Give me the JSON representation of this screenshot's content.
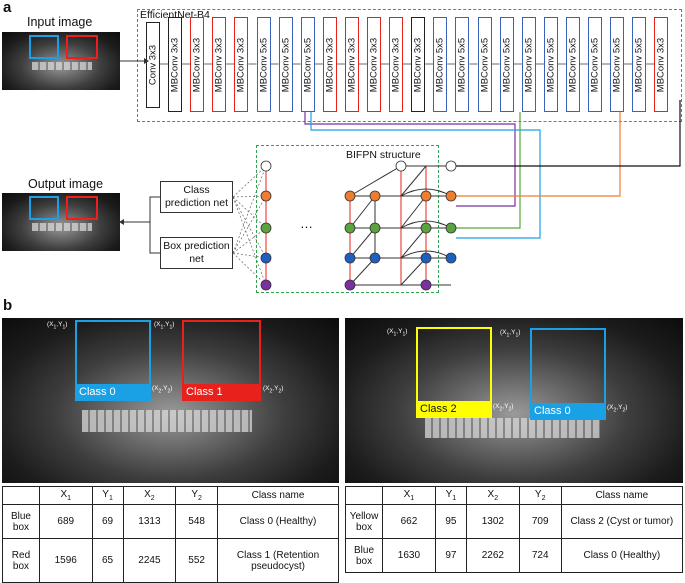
{
  "panel_a": {
    "label": "a",
    "input_caption": "Input image",
    "output_caption": "Output image",
    "effnet_title": "EfficientNet-B4",
    "blocks": [
      {
        "text": "Conv 3x3",
        "kind": "conv"
      },
      {
        "text": "MBConv 3x3",
        "kind": "black"
      },
      {
        "text": "MBConv 3x3",
        "kind": "red"
      },
      {
        "text": "MBConv 3x3",
        "kind": "red"
      },
      {
        "text": "MBConv 3x3",
        "kind": "red"
      },
      {
        "text": "MBConv 5x5",
        "kind": "blue"
      },
      {
        "text": "MBConv 5x5",
        "kind": "blue"
      },
      {
        "text": "MBConv 5x5",
        "kind": "blue"
      },
      {
        "text": "MBConv 3x3",
        "kind": "red"
      },
      {
        "text": "MBConv 3x3",
        "kind": "red"
      },
      {
        "text": "MBConv 3x3",
        "kind": "red"
      },
      {
        "text": "MBConv 3x3",
        "kind": "red"
      },
      {
        "text": "MBConv 3x3",
        "kind": "black"
      },
      {
        "text": "MBConv 5x5",
        "kind": "blue"
      },
      {
        "text": "MBConv 5x5",
        "kind": "blue"
      },
      {
        "text": "MBConv 5x5",
        "kind": "blue"
      },
      {
        "text": "MBConv 5x5",
        "kind": "blue"
      },
      {
        "text": "MBConv 5x5",
        "kind": "blue"
      },
      {
        "text": "MBConv 5x5",
        "kind": "blue"
      },
      {
        "text": "MBConv 5x5",
        "kind": "blue"
      },
      {
        "text": "MBConv 5x5",
        "kind": "blue"
      },
      {
        "text": "MBConv 5x5",
        "kind": "blue"
      },
      {
        "text": "MBConv 5x5",
        "kind": "blue"
      },
      {
        "text": "MBConv 3x3",
        "kind": "red"
      }
    ],
    "class_net": "Class prediction net",
    "box_net": "Box prediction net",
    "bifpn_title": "BIFPN structure",
    "ellipsis": "…"
  },
  "panel_b": {
    "label": "b",
    "left": {
      "tags": [
        "Class 0",
        "Class 1"
      ],
      "coords": [
        "(X1,Y1)",
        "(X1,Y1)",
        "(X2,Y2)",
        "(X2,Y2)"
      ]
    },
    "right": {
      "tags": [
        "Class 2",
        "Class 0"
      ],
      "coords": [
        "(X1,Y1)",
        "(X1,Y1)",
        "(X2,Y2)",
        "(X2,Y2)"
      ]
    }
  },
  "tables": {
    "headers": [
      "",
      "X1",
      "Y1",
      "X2",
      "Y2",
      "Class name"
    ],
    "left_rows": [
      {
        "box": "Blue box",
        "x1": "689",
        "y1": "69",
        "x2": "1313",
        "y2": "548",
        "cls": "Class 0 (Healthy)"
      },
      {
        "box": "Red box",
        "x1": "1596",
        "y1": "65",
        "x2": "2245",
        "y2": "552",
        "cls": "Class 1 (Retention pseudocyst)"
      }
    ],
    "right_rows": [
      {
        "box": "Yellow box",
        "x1": "662",
        "y1": "95",
        "x2": "1302",
        "y2": "709",
        "cls": "Class 2 (Cyst or tumor)"
      },
      {
        "box": "Blue box",
        "x1": "1630",
        "y1": "97",
        "x2": "2262",
        "y2": "724",
        "cls": "Class 0 (Healthy)"
      }
    ]
  },
  "colors": {
    "red": "#e8211c",
    "blue": "#3a62b9",
    "orange": "#ee7d32",
    "green": "#5aa33e",
    "navy": "#1f5fbf",
    "purple": "#7b2fa0",
    "cyan": "#1aa1e5",
    "yellow": "#ffff00",
    "dash": "#2ea44f"
  }
}
